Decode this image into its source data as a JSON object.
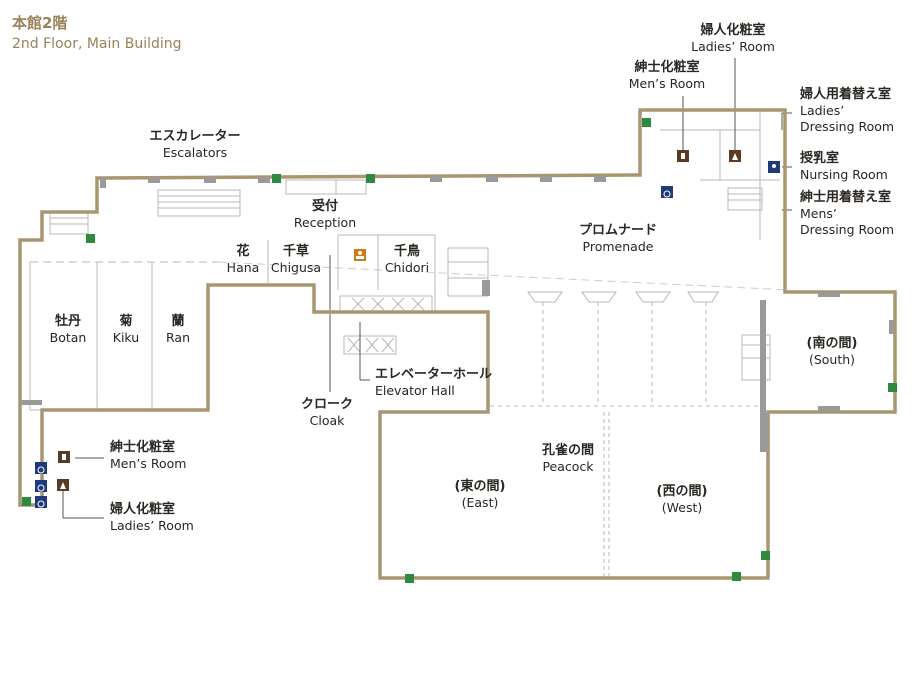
{
  "header": {
    "title_jp": "本館2階",
    "title_en": "2nd Floor, Main Building"
  },
  "colors": {
    "wall": "#a89670",
    "inner": "#b8b8b8",
    "grey_block": "#9a9a9a",
    "restroom": "#5a3a22",
    "accessible": "#1f3a7a",
    "exit": "#2d8a3e",
    "reception": "#d07a16"
  },
  "rooms": {
    "botan": {
      "jp": "牡丹",
      "en": "Botan"
    },
    "kiku": {
      "jp": "菊",
      "en": "Kiku"
    },
    "ran": {
      "jp": "蘭",
      "en": "Ran"
    },
    "hana": {
      "jp": "花",
      "en": "Hana"
    },
    "chigusa": {
      "jp": "千草",
      "en": "Chigusa"
    },
    "chidori": {
      "jp": "千鳥",
      "en": "Chidori"
    },
    "peacock": {
      "jp": "孔雀の間",
      "en": "Peacock"
    },
    "east": {
      "jp": "(東の間)",
      "en": "(East)"
    },
    "west": {
      "jp": "(西の間)",
      "en": "(West)"
    },
    "south": {
      "jp": "(南の間)",
      "en": "(South)"
    }
  },
  "facilities": {
    "escalators": {
      "jp": "エスカレーター",
      "en": "Escalators"
    },
    "reception": {
      "jp": "受付",
      "en": "Reception"
    },
    "promenade": {
      "jp": "プロムナード",
      "en": "Promenade"
    },
    "elevator_hall": {
      "jp": "エレベーターホール",
      "en": "Elevator Hall"
    },
    "cloak": {
      "jp": "クローク",
      "en": "Cloak"
    },
    "mens_room_top": {
      "jp": "紳士化粧室",
      "en": "Men’s Room"
    },
    "ladies_room_top": {
      "jp": "婦人化粧室",
      "en": "Ladies’ Room"
    },
    "ladies_dressing": {
      "jp": "婦人用着替え室",
      "en1": "Ladies’",
      "en2": "Dressing Room"
    },
    "nursing": {
      "jp": "授乳室",
      "en": "Nursing Room"
    },
    "mens_dressing": {
      "jp": "紳士用着替え室",
      "en1": "Mens’",
      "en2": "Dressing Room"
    },
    "mens_room_left": {
      "jp": "紳士化粧室",
      "en": "Men’s Room"
    },
    "ladies_room_left": {
      "jp": "婦人化粧室",
      "en": "Ladies’ Room"
    }
  },
  "icons": {
    "restroom_men": "mens-restroom-icon",
    "restroom_women": "womens-restroom-icon",
    "accessible": "wheelchair-icon",
    "nursing": "nursing-icon",
    "exit": "emergency-exit-icon",
    "reception": "reception-person-icon"
  }
}
